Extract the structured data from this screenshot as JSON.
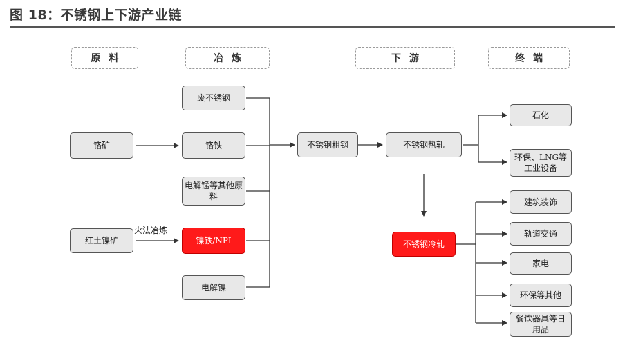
{
  "title": "图 18：不锈钢上下游产业链",
  "headers": {
    "raw": "原料",
    "smelt": "冶炼",
    "downstream": "下游",
    "terminal": "终端"
  },
  "nodes": {
    "scrap": "废不锈钢",
    "chrome_ore": "铬矿",
    "ferrochrome": "铬铁",
    "manganese": "电解锰等其他原料",
    "laterite": "红土镍矿",
    "npi": "镍铁/NPI",
    "nickel": "电解镍",
    "crude": "不锈钢粗钢",
    "hot_rolled": "不锈钢热轧",
    "cold_rolled": "不锈钢冷轧",
    "petro": "石化",
    "env_lng": "环保、LNG等工业设备",
    "building": "建筑装饰",
    "rail": "轨道交通",
    "appliance": "家电",
    "env_other": "环保等其他",
    "tableware": "餐饮器具等日用品"
  },
  "edge_labels": {
    "pyro": "火法冶炼"
  },
  "colors": {
    "highlight": "#ff1a1a",
    "node_fill": "#e8e8e8"
  }
}
